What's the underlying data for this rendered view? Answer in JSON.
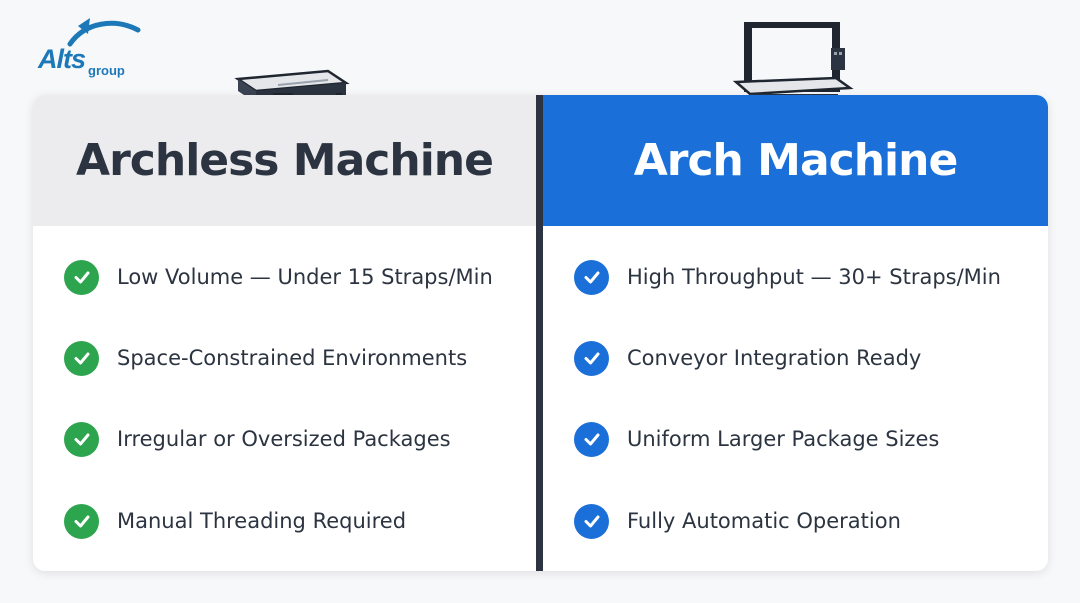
{
  "logo": {
    "brand": "Alts",
    "sub": "group"
  },
  "archless": {
    "title": "Archless Machine",
    "items": [
      "Low Volume — Under 15 Straps/Min",
      "Space-Constrained Environments",
      "Irregular or Oversized Packages",
      "Manual Threading Required"
    ]
  },
  "arch": {
    "title": "Arch Machine",
    "items": [
      "High Throughput — 30+ Straps/Min",
      "Conveyor Integration Ready",
      "Uniform Larger Package Sizes",
      "Fully Automatic Operation"
    ]
  },
  "colors": {
    "left_header_bg": "#ececee",
    "right_header_bg": "#1a70d8",
    "left_check": "#2da44e",
    "right_check": "#1a70d8",
    "text": "#2b3440"
  }
}
